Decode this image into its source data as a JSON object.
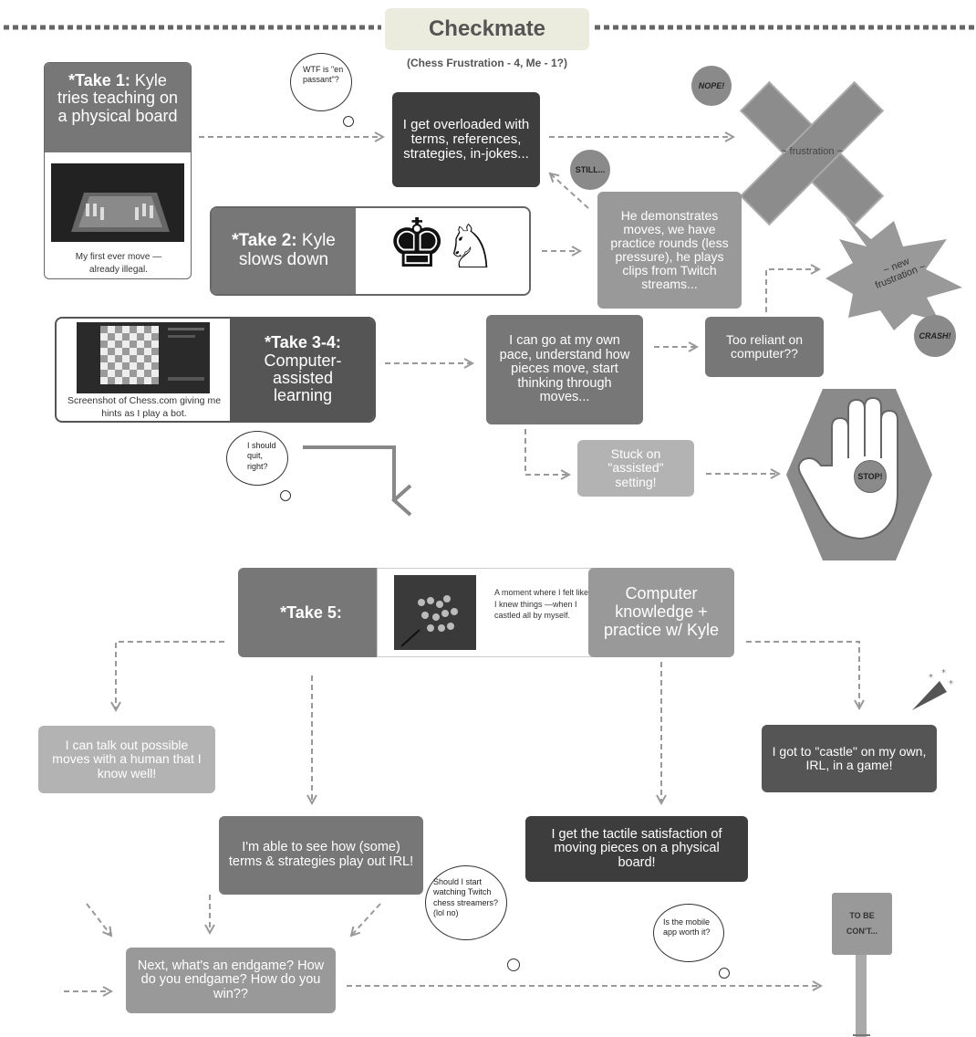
{
  "header": {
    "title": "Checkmate",
    "subtitle": "(Chess Frustration - 4, Me - 1?)"
  },
  "take1": {
    "label": "*Take 1:",
    "text": "Kyle tries teaching on a physical board",
    "caption": "My first ever move —already illegal."
  },
  "take2": {
    "label": "*Take 2:",
    "text": "Kyle slows down"
  },
  "take34": {
    "label": "*Take 3-4:",
    "text": "Computer-assisted learning",
    "caption": "Screenshot of Chess.com giving me hints as I play a bot."
  },
  "take5": {
    "label": "*Take 5:",
    "caption": "A moment where I felt like I knew things —when I castled all by myself.",
    "right": "Computer knowledge + practice w/ Kyle"
  },
  "boxes": {
    "overloaded": "I get overloaded with terms, references, strategies, in-jokes...",
    "demonstrates": "He demonstrates moves, we have practice rounds (less pressure), he plays clips from Twitch streams...",
    "own_pace": "I can go at my own pace, understand how pieces move, start thinking through moves...",
    "too_reliant": "Too reliant on computer??",
    "stuck": "Stuck on \"assisted\" setting!",
    "talk_out": "I can talk out possible moves with a human that I know well!",
    "see_terms": "I'm able to see how (some) terms & strategies play out IRL!",
    "tactile": "I get the tactile satisfaction of moving pieces on a physical board!",
    "castle": "I got to \"castle\" on my own, IRL, in a game!",
    "endgame": "Next, what's an endgame? How do you endgame? How do you win??"
  },
  "bubbles": {
    "wtf": "WTF is \"en passant\"?",
    "quit": "I should quit, right?",
    "twitch": "Should I start watching Twitch chess streamers? (lol no)",
    "mobile": "Is the mobile app worth it?"
  },
  "badges": {
    "nope": "NOPE!",
    "still": "STILL...",
    "crash": "CRASH!",
    "stop": "STOP!"
  },
  "shapes": {
    "x_label": "~ frustration ~",
    "star_label": "~ new frustration ~"
  },
  "sign": {
    "text": "TO BE CON'T..."
  },
  "colors": {
    "darkest": "#3d3d3d",
    "dark": "#555555",
    "medium": "#777777",
    "light": "#999999",
    "lighter": "#b3b3b3",
    "header_pill": "#ebebde",
    "arrow": "#999999"
  }
}
